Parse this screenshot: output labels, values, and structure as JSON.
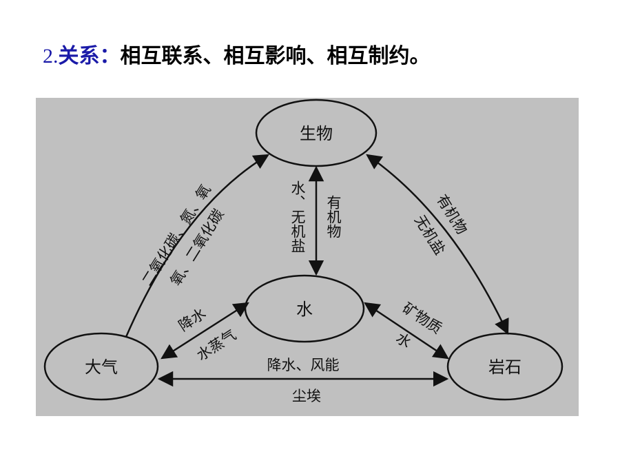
{
  "heading": {
    "number": "2.",
    "keyword": "关系：",
    "text": "相互联系、相互影响、相互制约。"
  },
  "diagram": {
    "nodes": {
      "biology": "生物",
      "water": "水",
      "atmosphere": "大气",
      "rock": "岩石"
    },
    "edges": {
      "atmosphere_to_biology": "二氧化碳、氮、氧",
      "biology_to_atmosphere": "氧、二氧化碳",
      "biology_to_water": "有机物",
      "water_to_biology": "水、无机盐",
      "biology_to_rock": "有机物",
      "rock_to_biology": "无机盐",
      "atmosphere_to_water": "降水",
      "water_to_atmosphere": "水蒸气",
      "rock_to_water": "矿物质",
      "water_to_rock": "水",
      "atmosphere_to_rock": "降水、风能",
      "rock_to_atmosphere": "尘埃"
    }
  }
}
